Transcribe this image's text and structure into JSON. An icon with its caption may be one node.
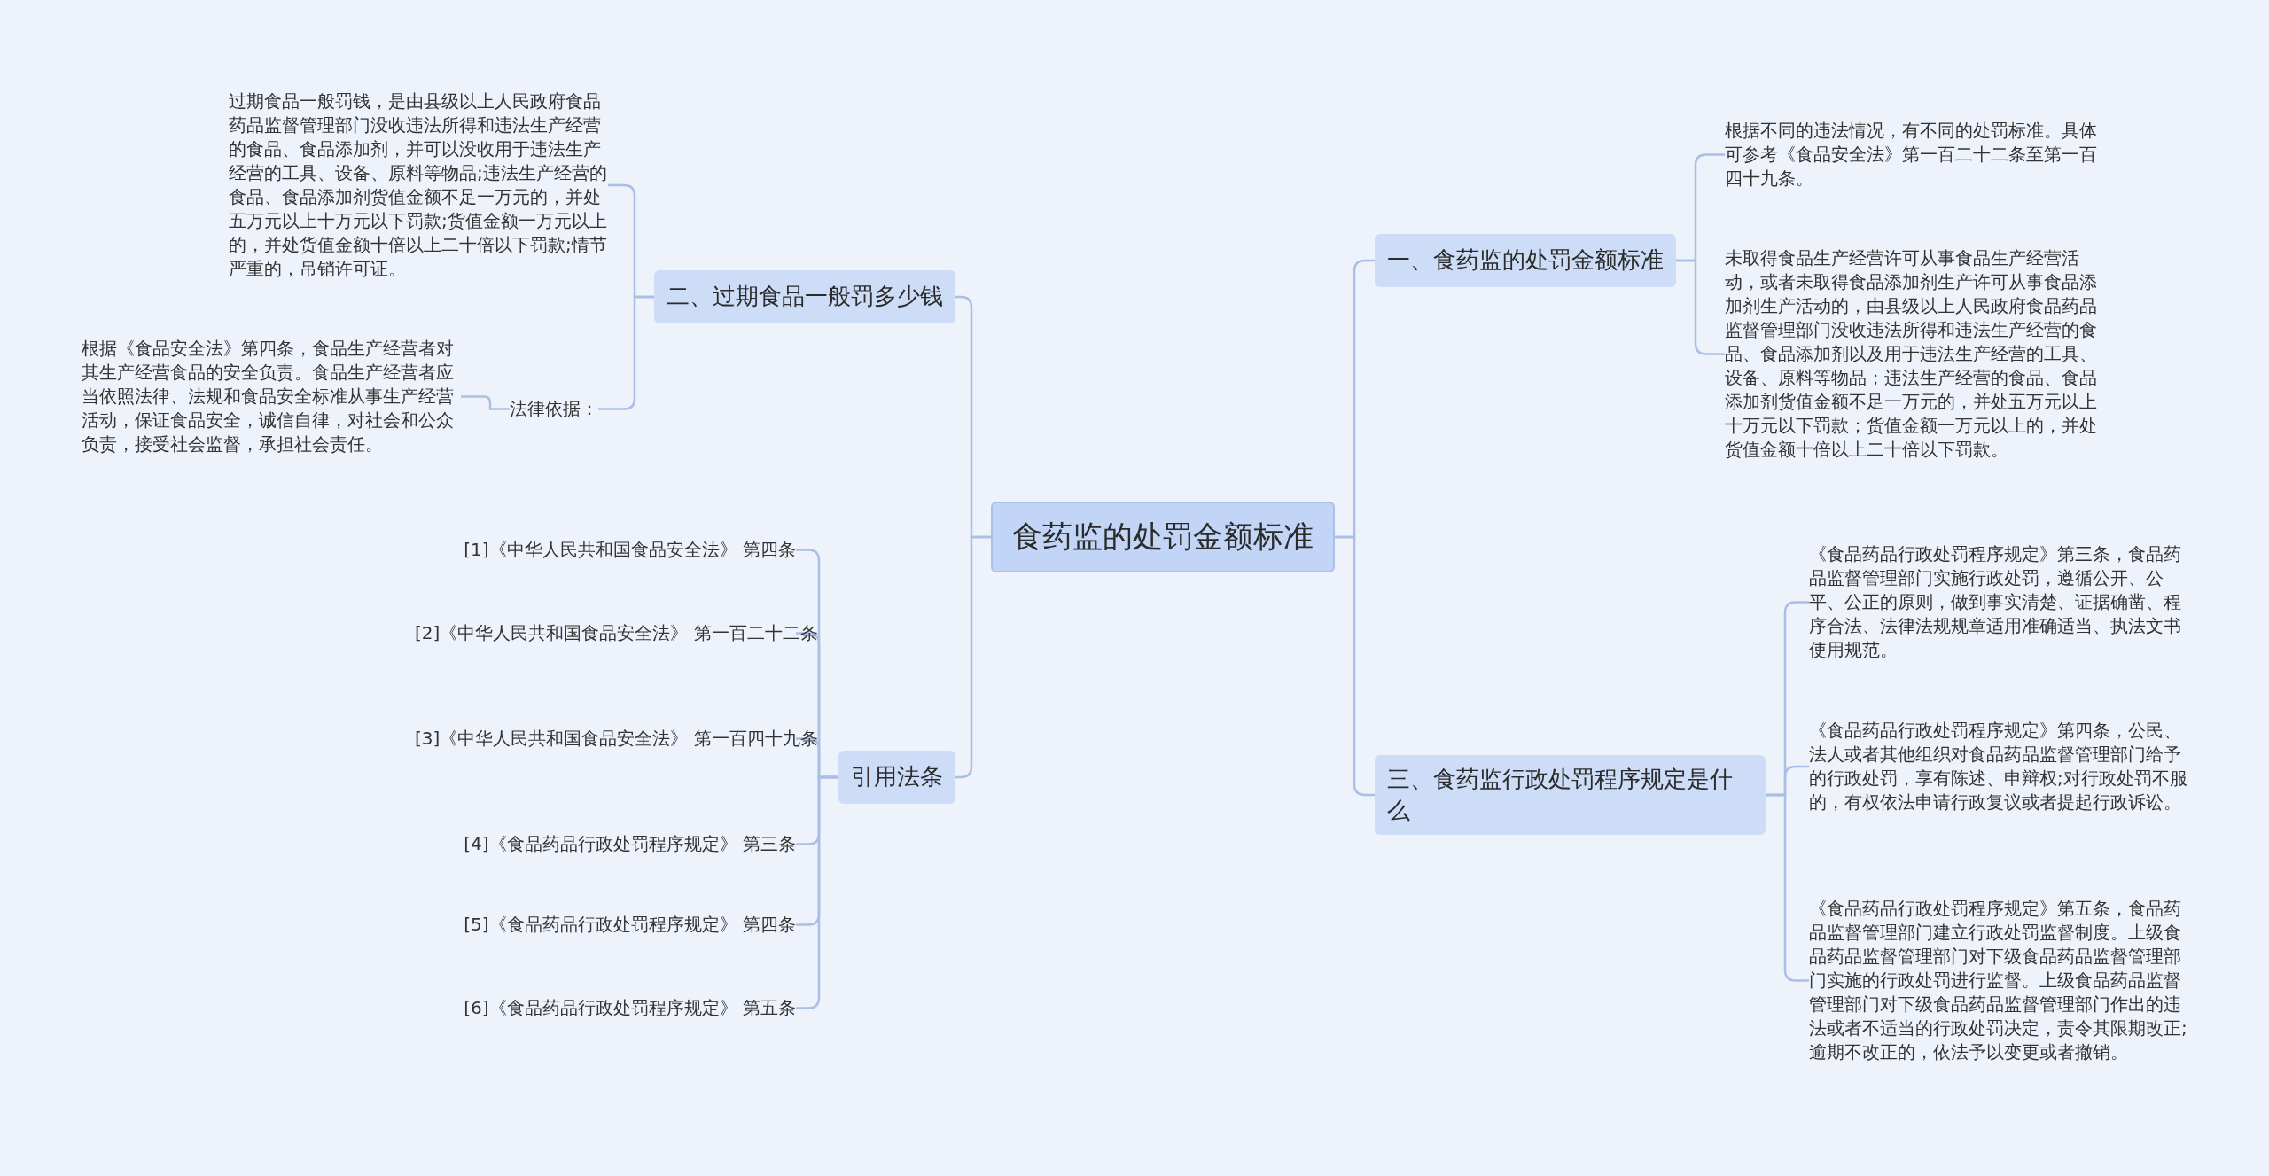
{
  "diagram": {
    "nodes": [
      {
        "text": [
          "食药监的处罚金额标准"
        ]
      },
      {
        "text": [
          "一、食药监的处罚金额标准"
        ]
      },
      {
        "text": [
          "根据不同的违法情况，有不同的处罚标准。具体可参考《食品安全法》第一百二十二条至第一百四十九条。"
        ]
      },
      {
        "text": [
          "未取得食品生产经营许可从事食品生产经营活动，或者未取得食品添加剂生产许可从事食品添加剂生产活动的，由县级以上人民政府食品药品监督管理部门没收违法所得和违法生产经营的食品、食品添加剂以及用于违法生产经营的工具、设备、原料等物品；违法生产经营的食品、食品添加剂货值金额不足一万元的，并处五万元以上十万元以下罚款；货值金额一万元以上的，并处货值金额十倍以上二十倍以下罚款。"
        ]
      },
      {
        "text": [
          "三、食药监行政处罚程序规定是什么"
        ]
      },
      {
        "text": [
          "《食品药品行政处罚程序规定》第三条，食品药品监督管理部门实施行政处罚，遵循公开、公平、公正的原则，做到事实清楚、证据确凿、程序合法、法律法规规章适用准确适当、执法文书使用规范。"
        ]
      },
      {
        "text": [
          "《食品药品行政处罚程序规定》第四条，公民、法人或者其他组织对食品药品监督管理部门给予的行政处罚，享有陈述、申辩权;对行政处罚不服的，有权依法申请行政复议或者提起行政诉讼。"
        ]
      },
      {
        "text": [
          "《食品药品行政处罚程序规定》第五条，食品药品监督管理部门建立行政处罚监督制度。上级食品药品监督管理部门对下级食品药品监督管理部门实施的行政处罚进行监督。上级食品药品监督管理部门对下级食品药品监督管理部门作出的违法或者不适当的行政处罚决定，责令其限期改正;逾期不改正的，依法予以变更或者撤销。"
        ]
      },
      {
        "text": [
          "二、过期食品一般罚多少钱"
        ]
      },
      {
        "text": [
          "过期食品一般罚钱，是由县级以上人民政府食品药品监督管理部门没收违法所得和违法生产经营的食品、食品添加剂，并可以没收用于违法生产经营的工具、设备、原料等物品;违法生产经营的食品、食品添加剂货值金额不足一万元的，并处五万元以上十万元以下罚款;货值金额一万元以上的，并处货值金额十倍以上二十倍以下罚款;情节严重的，吊销许可证。"
        ]
      },
      {
        "text": [
          "法律依据："
        ]
      },
      {
        "text": [
          "根据《食品安全法》第四条，食品生产经营者对其生产经营食品的安全负责。食品生产经营者应当依照法律、法规和食品安全标准从事生产经营活动，保证食品安全，诚信自律，对社会和公众负责，接受社会监督，承担社会责任。"
        ]
      },
      {
        "text": [
          "引用法条"
        ]
      },
      {
        "text": [
          "[1]《中华人民共和国食品安全法》 第四条"
        ]
      },
      {
        "text": [
          "[2]《中华人民共和国食品安全法》 第一百二十二条"
        ]
      },
      {
        "text": [
          "[3]《中华人民共和国食品安全法》 第一百四十九条"
        ]
      },
      {
        "text": [
          "[4]《食品药品行政处罚程序规定》 第三条"
        ]
      },
      {
        "text": [
          "[5]《食品药品行政处罚程序规定》 第四条"
        ]
      },
      {
        "text": [
          "[6]《食品药品行政处罚程序规定》 第五条"
        ]
      }
    ],
    "edges": [
      {
        "from": 0,
        "to": 1,
        "arrow": "none"
      },
      {
        "from": 1,
        "to": 2,
        "arrow": "none"
      },
      {
        "from": 1,
        "to": 3,
        "arrow": "none"
      },
      {
        "from": 0,
        "to": 4,
        "arrow": "none"
      },
      {
        "from": 4,
        "to": 5,
        "arrow": "none"
      },
      {
        "from": 4,
        "to": 6,
        "arrow": "none"
      },
      {
        "from": 4,
        "to": 7,
        "arrow": "none"
      },
      {
        "from": 0,
        "to": 8,
        "arrow": "none"
      },
      {
        "from": 8,
        "to": 9,
        "arrow": "none"
      },
      {
        "from": 8,
        "to": 10,
        "arrow": "none"
      },
      {
        "from": 10,
        "to": 11,
        "arrow": "none"
      },
      {
        "from": 0,
        "to": 12,
        "arrow": "none"
      },
      {
        "from": 12,
        "to": 13,
        "arrow": "none"
      },
      {
        "from": 12,
        "to": 14,
        "arrow": "none"
      },
      {
        "from": 12,
        "to": 15,
        "arrow": "none"
      },
      {
        "from": 12,
        "to": 16,
        "arrow": "none"
      },
      {
        "from": 12,
        "to": 17,
        "arrow": "none"
      },
      {
        "from": 12,
        "to": 18,
        "arrow": "none"
      }
    ]
  }
}
